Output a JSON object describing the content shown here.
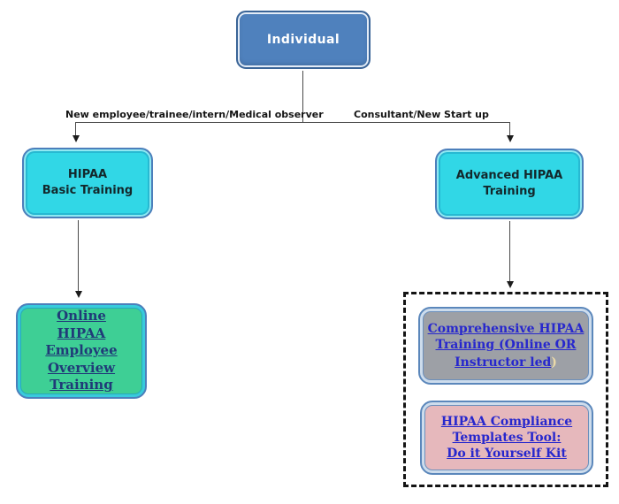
{
  "colors": {
    "individual_fill": "#4f81bd",
    "individual_border": "#3a6497",
    "cyan_fill": "#31d7e6",
    "cyan_ring": "#27b9d2",
    "node_border_blue": "#4c7fbb",
    "green_fill": "#3ecf95",
    "gray_fill": "#9da0a6",
    "pink_fill": "#e6b8bc",
    "link_blue": "#2727cd",
    "link_navy": "#203a78",
    "paren_cream": "#ead9a9",
    "line_color": "#4a4a4a"
  },
  "root_node": {
    "label": "Individual"
  },
  "branch_labels": {
    "left": "New employee/trainee/intern/Medical observer",
    "right": "Consultant/New Start up"
  },
  "basic_node": {
    "lines": [
      "HIPAA",
      "Basic Training"
    ]
  },
  "advanced_node": {
    "lines": [
      "Advanced HIPAA",
      "Training"
    ]
  },
  "online_overview_node": {
    "lines": [
      "Online",
      "HIPAA",
      "Employee",
      "Overview",
      "Training"
    ]
  },
  "comprehensive_node": {
    "lines": [
      "Comprehensive HIPAA",
      "Training (Online OR",
      "Instructor led"
    ],
    "suffix": ")"
  },
  "templates_node": {
    "lines": [
      "HIPAA Compliance",
      "Templates Tool:",
      "Do it Yourself Kit"
    ]
  }
}
